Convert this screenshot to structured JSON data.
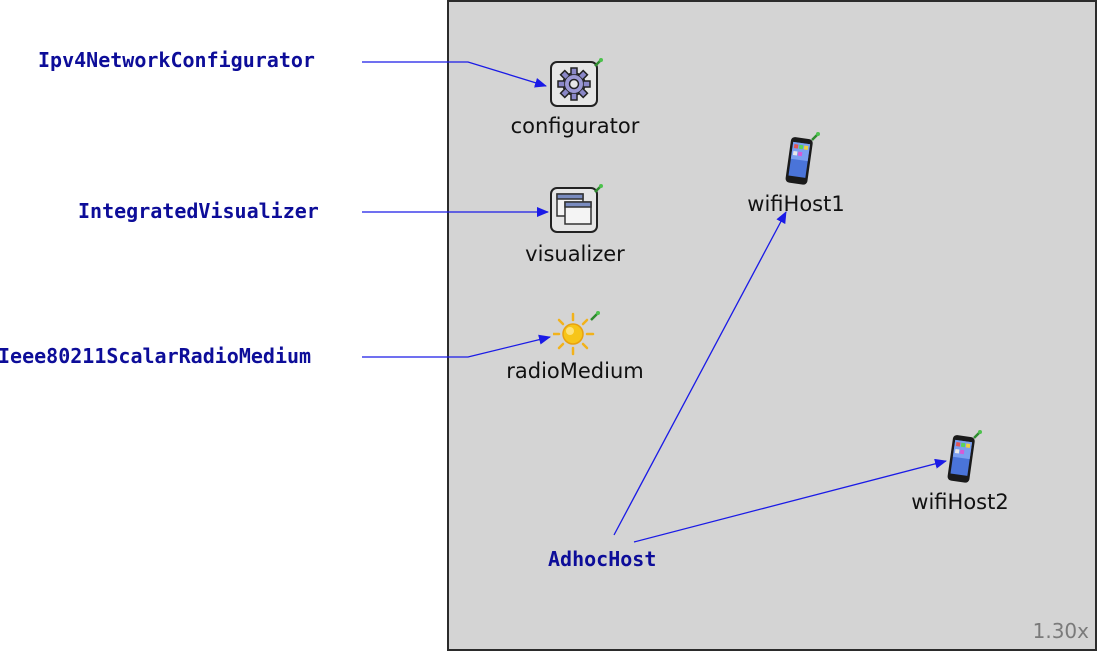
{
  "zoom": "1.30x",
  "type_labels": {
    "configurator": "Ipv4NetworkConfigurator",
    "visualizer": "IntegratedVisualizer",
    "radio_medium": "Ieee80211ScalarRadioMedium",
    "host": "AdhocHost"
  },
  "nodes": {
    "configurator": {
      "label": "configurator",
      "icon": "gear-icon"
    },
    "visualizer": {
      "label": "visualizer",
      "icon": "windows-icon"
    },
    "radio_medium": {
      "label": "radioMedium",
      "icon": "sun-icon"
    },
    "wifi_host1": {
      "label": "wifiHost1",
      "icon": "smartphone-icon"
    },
    "wifi_host2": {
      "label": "wifiHost2",
      "icon": "smartphone-icon"
    }
  },
  "colors": {
    "arrow": "#1a1ae6",
    "type_text": "#0d0d99",
    "canvas": "#d4d4d4"
  }
}
